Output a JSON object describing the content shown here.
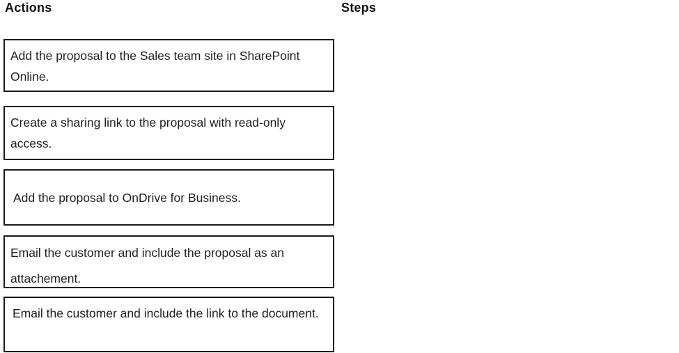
{
  "columns": {
    "actions_header": "Actions",
    "steps_header": "Steps"
  },
  "actions": [
    {
      "label": "Add the proposal to the Sales team site in SharePoint Online."
    },
    {
      "label": "Create a sharing link to the proposal with read-only access."
    },
    {
      "label": "Add the proposal to OnDrive for Business."
    },
    {
      "label": "Email the customer and include the proposal as an attachement."
    },
    {
      "label": "Email the customer and include the link to the document."
    }
  ],
  "steps": [],
  "colors": {
    "background": "#ffffff",
    "card_border": "#1a1a1a",
    "text": "#1f1f1f"
  }
}
